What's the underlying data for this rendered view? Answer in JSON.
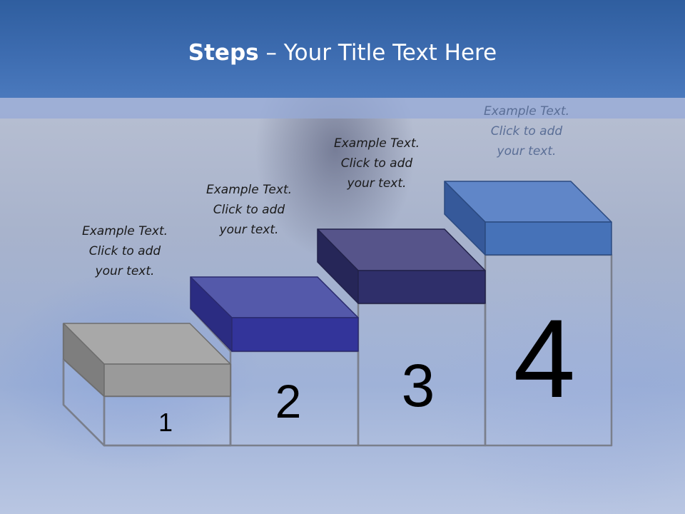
{
  "title": {
    "bold": "Steps",
    "rest": " – Your Title Text Here"
  },
  "steps": [
    {
      "number": "1",
      "lines": [
        "Example Text.",
        "Click  to add",
        "your text."
      ],
      "top": "#a8a8a8",
      "front": "#9a9a9a",
      "side": "#7e7e7e",
      "caption_color": "#1a1a1a"
    },
    {
      "number": "2",
      "lines": [
        "Example Text.",
        "Click  to add",
        "your text."
      ],
      "top": "#5459aa",
      "front": "#33349a",
      "side": "#2b2c82",
      "caption_color": "#1a1a1a"
    },
    {
      "number": "3",
      "lines": [
        "Example Text.",
        "Click  to add",
        "your text."
      ],
      "top": "#56548a",
      "front": "#2f2f6a",
      "side": "#262658",
      "caption_color": "#1a1a1a"
    },
    {
      "number": "4",
      "lines": [
        "Example Text.",
        "Click  to add",
        "your text."
      ],
      "top": "#6086c8",
      "front": "#4672b8",
      "side": "#36599a",
      "caption_color": "#5a6e96"
    }
  ]
}
